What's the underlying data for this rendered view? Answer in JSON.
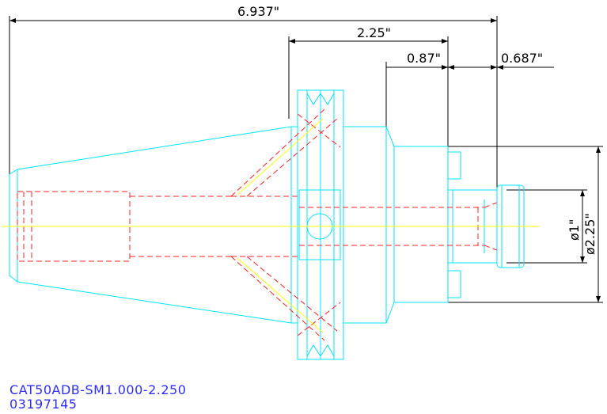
{
  "dimensions": {
    "overall_length": "6.937\"",
    "flange_to_end": "2.25\"",
    "body_step": "0.87\"",
    "nose_length": "0.687\"",
    "bore_diameter": "ø1\"",
    "body_diameter": "ø2.25\""
  },
  "caption": {
    "part_number": "CAT50ADB-SM1.000-2.250",
    "serial": "03197145"
  },
  "colors": {
    "outline": "#00e5ff",
    "hidden": "#ff2020",
    "centerline": "#ffff00",
    "dimension": "#000000",
    "caption": "#2d2dff"
  }
}
